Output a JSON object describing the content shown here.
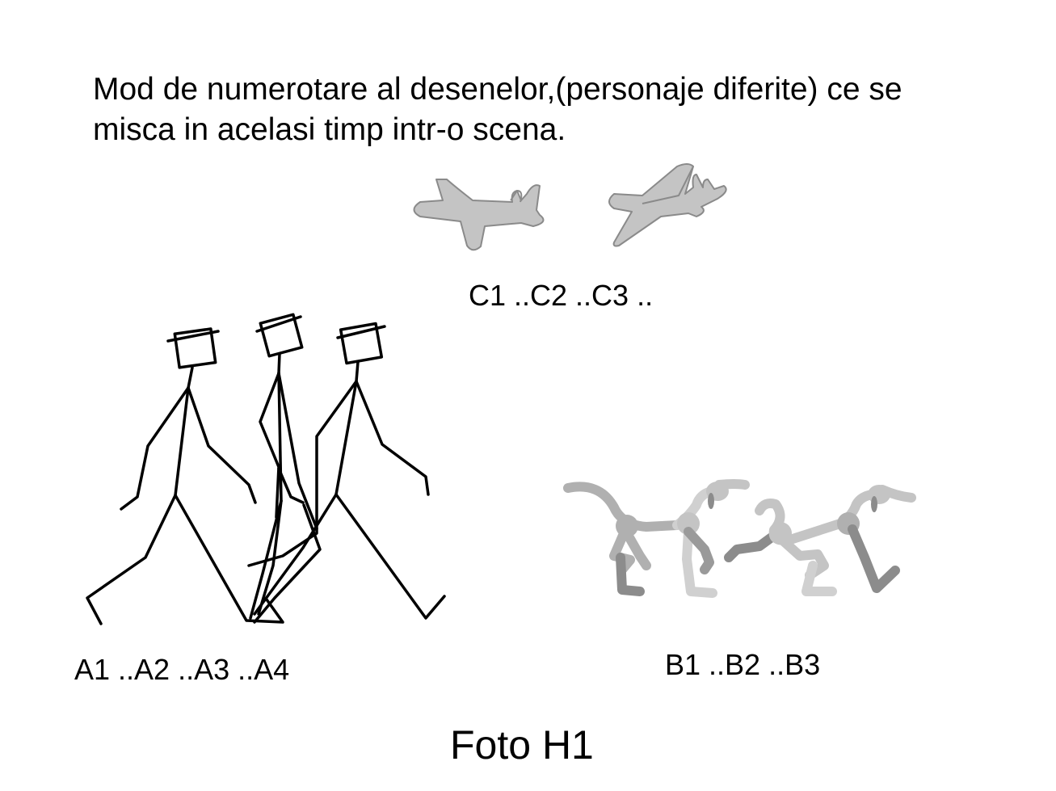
{
  "intro": {
    "line1": "Mod de numerotare al desenelor,(personaje diferite) ce se",
    "line2": "misca in acelasi timp intr-o scena."
  },
  "labels": {
    "planes": "C1 ..C2 ..C3 ..",
    "walkers": "A1 ..A2 ..A3 ..A4",
    "dogs": "B1 ..B2 ..B3"
  },
  "caption": "Foto H1",
  "colors": {
    "plane_fill": "#c4c4c4",
    "plane_stroke": "#8a8a8a",
    "stick": "#000000",
    "dog_light": "#d0d0d0",
    "dog_mid": "#b0b0b0",
    "dog_dark": "#8c8c8c"
  }
}
